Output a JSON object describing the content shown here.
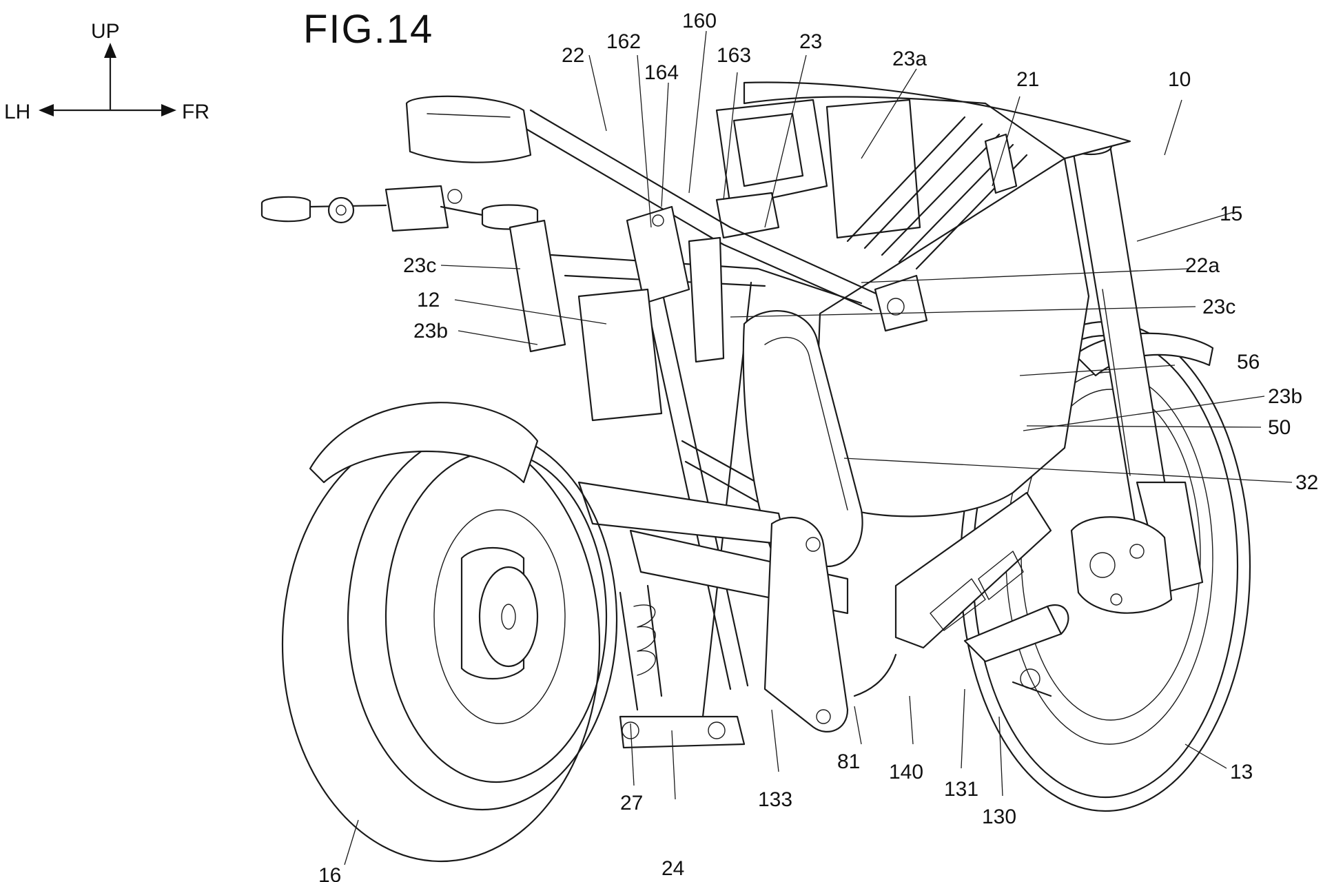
{
  "figure": {
    "title": "FIG.14"
  },
  "orientation": {
    "up": "UP",
    "left": "LH",
    "front": "FR"
  },
  "labels": {
    "l10": "10",
    "l12": "12",
    "l13": "13",
    "l15": "15",
    "l16": "16",
    "l21": "21",
    "l22": "22",
    "l22a": "22a",
    "l23": "23",
    "l23a": "23a",
    "l23b_left": "23b",
    "l23b_right": "23b",
    "l23c_left": "23c",
    "l23c_right": "23c",
    "l24": "24",
    "l27": "27",
    "l32": "32",
    "l50": "50",
    "l56": "56",
    "l81": "81",
    "l130": "130",
    "l131": "131",
    "l133": "133",
    "l140": "140",
    "l160": "160",
    "l162": "162",
    "l163": "163",
    "l164": "164"
  }
}
